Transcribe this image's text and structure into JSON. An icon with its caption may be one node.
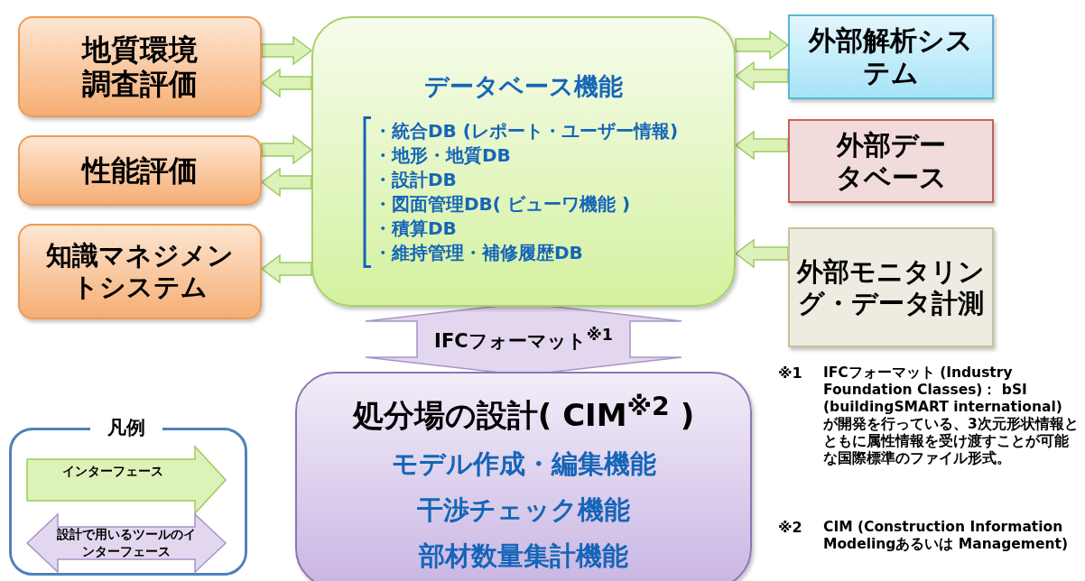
{
  "diagram": {
    "nodes": [
      {
        "text": [
          "地質環境調査評価"
        ]
      },
      {
        "text": [
          "性能評価"
        ]
      },
      {
        "text": [
          "知識マネジメントシステム"
        ]
      },
      {
        "text": [
          "データベース機能",
          "・統合DB (レポート・ユーザー情報)",
          "・地形・地質DB",
          "・設計DB",
          "・図面管理DB( ビューワ機能 )",
          "・積算DB",
          "・維持管理・補修履歴DB"
        ]
      },
      {
        "text": [
          "外部解析システム"
        ]
      },
      {
        "text": [
          "外部データベース"
        ]
      },
      {
        "text": [
          "外部モニタリング・データ計測"
        ]
      },
      {
        "text": [
          "処分場の設計( CIM$^{※2}$ )",
          "モデル作成・編集機能",
          "干渉チェック機能",
          "部材数量集計機能"
        ]
      }
    ],
    "edges": [
      {
        "from": 0,
        "to": 3,
        "arrow": "to"
      },
      {
        "from": 3,
        "to": 0,
        "arrow": "to"
      },
      {
        "from": 1,
        "to": 3,
        "arrow": "to"
      },
      {
        "from": 3,
        "to": 1,
        "arrow": "to"
      },
      {
        "from": 3,
        "to": 2,
        "arrow": "to"
      },
      {
        "from": 3,
        "to": 4,
        "arrow": "to"
      },
      {
        "from": 4,
        "to": 3,
        "arrow": "to"
      },
      {
        "from": 5,
        "to": 3,
        "arrow": "to"
      },
      {
        "from": 6,
        "to": 3,
        "arrow": "to"
      },
      {
        "from": 3,
        "to": 7,
        "arrow": "both",
        "label": "IFCフォーマット$^{※1}$",
        "color": "#e2d7ef"
      }
    ],
    "labels": [
      "凡例",
      "※1",
      "IFCフォーマット (Industry Foundation Classes)： bSI (buildingSMART international) が開発を行っている、3次元形状情報とともに属性情報を受け渡すことが可能な国際標準のファイル形式。",
      "※2",
      "CIM (Construction Information Modelingあるいは Management)"
    ],
    "legend": [
      {
        "text": "インターフェース"
      },
      {
        "text": "設計で用いるツールのインターフェース"
      }
    ]
  }
}
